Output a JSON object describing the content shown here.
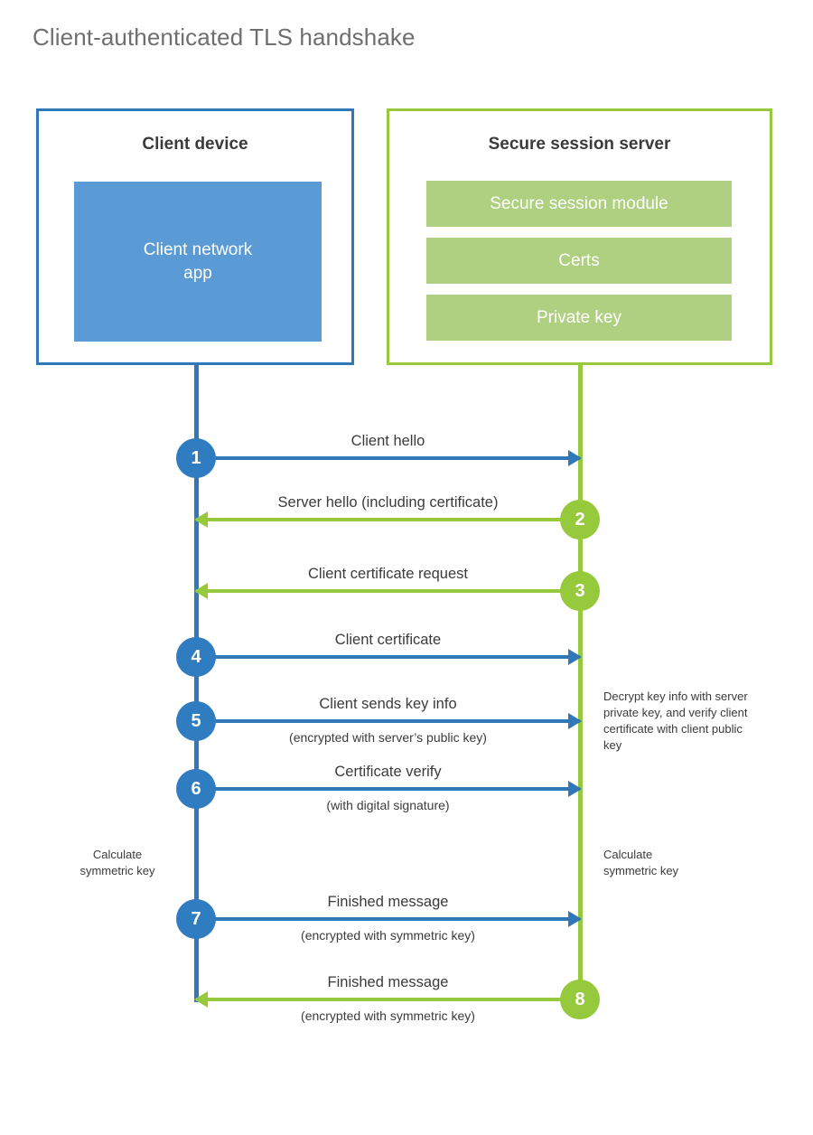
{
  "title": "Client-authenticated TLS handshake",
  "colors": {
    "client_accent": "#3178b8",
    "client_badge": "#2f7dc0",
    "client_block": "#5b9bd5",
    "server_accent": "#97c93d",
    "server_block": "#aed080",
    "text": "#3b3b3b",
    "title_text": "#6f6f6f",
    "background": "#ffffff"
  },
  "participants": {
    "client": {
      "title": "Client device",
      "block_label": "Client network\napp"
    },
    "server": {
      "title": "Secure session server",
      "modules": [
        {
          "label": "Secure session module"
        },
        {
          "label": "Certs"
        },
        {
          "label": "Private key"
        }
      ]
    }
  },
  "messages": [
    {
      "step": "1",
      "label": "Client hello",
      "sublabel": "",
      "direction": "client-to-server",
      "color": "blue"
    },
    {
      "step": "2",
      "label": "Server hello (including certificate)",
      "sublabel": "",
      "direction": "server-to-client",
      "color": "green"
    },
    {
      "step": "3",
      "label": "Client certificate request",
      "sublabel": "",
      "direction": "server-to-client",
      "color": "green"
    },
    {
      "step": "4",
      "label": "Client certificate",
      "sublabel": "",
      "direction": "client-to-server",
      "color": "blue"
    },
    {
      "step": "5",
      "label": "Client sends key info",
      "sublabel": "(encrypted with server’s public key)",
      "direction": "client-to-server",
      "color": "blue"
    },
    {
      "step": "6",
      "label": "Certificate verify",
      "sublabel": "(with digital signature)",
      "direction": "client-to-server",
      "color": "blue"
    },
    {
      "step": "7",
      "label": "Finished message",
      "sublabel": "(encrypted with symmetric key)",
      "direction": "client-to-server",
      "color": "blue"
    },
    {
      "step": "8",
      "label": "Finished message",
      "sublabel": "(encrypted with symmetric key)",
      "direction": "server-to-client",
      "color": "green"
    }
  ],
  "annotations": {
    "server_decrypt": "Decrypt key info with server private key, and verify client certificate with client public key",
    "client_symmetric": "Calculate\nsymmetric key",
    "server_symmetric": "Calculate\nsymmetric key"
  }
}
